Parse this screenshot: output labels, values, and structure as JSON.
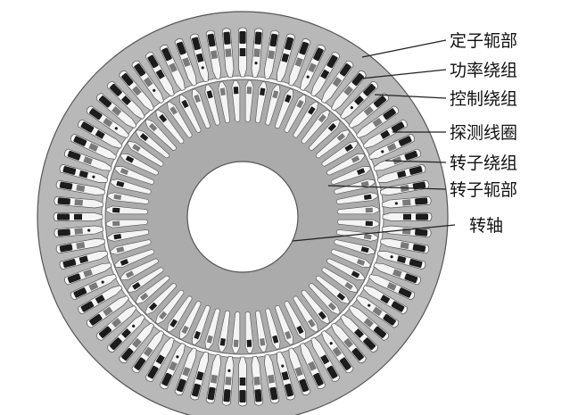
{
  "diagram": {
    "labels": [
      {
        "id": "stator-yoke",
        "text": "定子轭部"
      },
      {
        "id": "power-winding",
        "text": "功率绕组"
      },
      {
        "id": "control-winding",
        "text": "控制绕组"
      },
      {
        "id": "search-coil",
        "text": "探测线圈"
      },
      {
        "id": "rotor-winding",
        "text": "转子绕组"
      },
      {
        "id": "rotor-yoke",
        "text": "转子轭部"
      },
      {
        "id": "shaft",
        "text": "转轴"
      }
    ],
    "stator_slot_count": 72,
    "rotor_slot_count": 60,
    "colors": {
      "stator_fill": "#b8b8b8",
      "rotor_fill": "#ababab",
      "slot_fill": "#f4f4f4",
      "winding_dark": "#1c1c1c",
      "winding_mid": "#7a7a7a",
      "outline": "#555555",
      "leader": "#222222"
    }
  }
}
